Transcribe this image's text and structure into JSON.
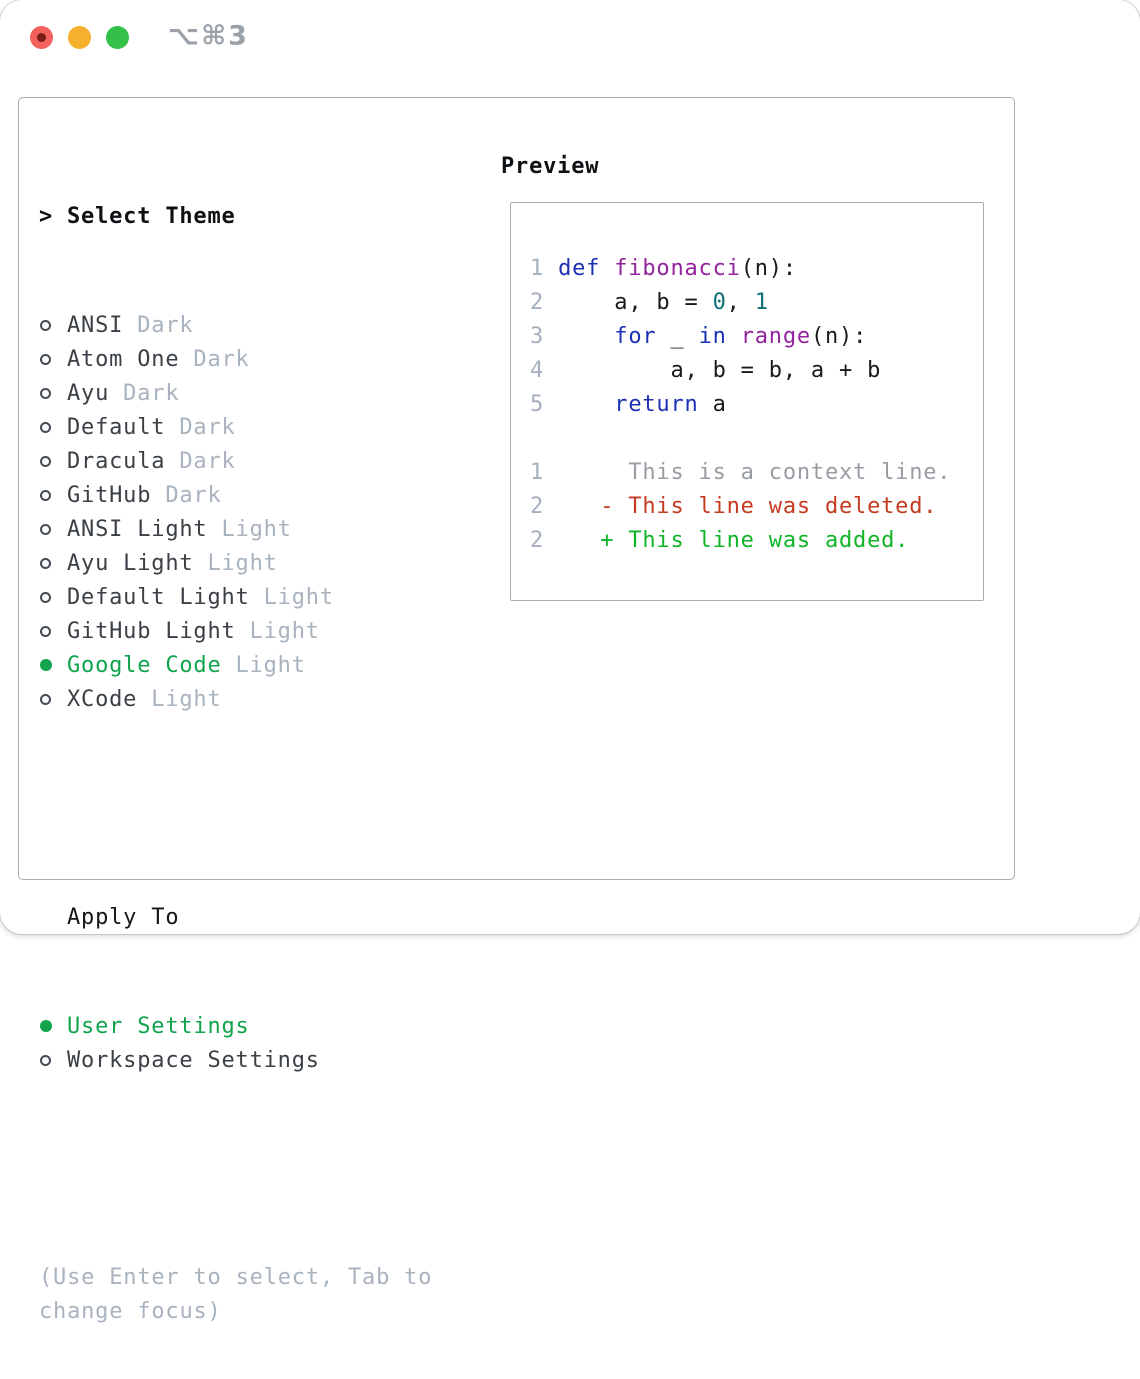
{
  "window": {
    "title": "⌥⌘3",
    "traffic_lights": [
      "close",
      "minimize",
      "zoom"
    ]
  },
  "theme_panel": {
    "prompt": ">",
    "header": "Select Theme",
    "items": [
      {
        "label": "ANSI",
        "variant": "Dark",
        "selected": false
      },
      {
        "label": "Atom One",
        "variant": "Dark",
        "selected": false
      },
      {
        "label": "Ayu",
        "variant": "Dark",
        "selected": false
      },
      {
        "label": "Default",
        "variant": "Dark",
        "selected": false
      },
      {
        "label": "Dracula",
        "variant": "Dark",
        "selected": false
      },
      {
        "label": "GitHub",
        "variant": "Dark",
        "selected": false
      },
      {
        "label": "ANSI Light",
        "variant": "Light",
        "selected": false
      },
      {
        "label": "Ayu Light",
        "variant": "Light",
        "selected": false
      },
      {
        "label": "Default Light",
        "variant": "Light",
        "selected": false
      },
      {
        "label": "GitHub Light",
        "variant": "Light",
        "selected": false
      },
      {
        "label": "Google Code",
        "variant": "Light",
        "selected": true
      },
      {
        "label": "XCode",
        "variant": "Light",
        "selected": false
      }
    ]
  },
  "apply_panel": {
    "header": "Apply To",
    "options": [
      {
        "label": "User Settings",
        "selected": true
      },
      {
        "label": "Workspace Settings",
        "selected": false
      }
    ]
  },
  "hint": "(Use Enter to select, Tab to change focus)",
  "preview": {
    "header": "Preview",
    "lines": [
      {
        "num": "1",
        "tokens": [
          [
            " ",
            "pln"
          ],
          [
            "def",
            "kwd"
          ],
          [
            " ",
            "pln"
          ],
          [
            "fibonacci",
            "typ"
          ],
          [
            "(n):",
            "pln"
          ]
        ]
      },
      {
        "num": "2",
        "tokens": [
          [
            "     a, b = ",
            "pln"
          ],
          [
            "0",
            "lit"
          ],
          [
            ", ",
            "pln"
          ],
          [
            "1",
            "lit"
          ]
        ]
      },
      {
        "num": "3",
        "tokens": [
          [
            "     ",
            "pln"
          ],
          [
            "for",
            "kwd"
          ],
          [
            " _ ",
            "pln"
          ],
          [
            "in",
            "kwd"
          ],
          [
            " ",
            "pln"
          ],
          [
            "range",
            "typ"
          ],
          [
            "(n):",
            "pln"
          ]
        ]
      },
      {
        "num": "4",
        "tokens": [
          [
            "         a, b = b, a + b",
            "pln"
          ]
        ]
      },
      {
        "num": "5",
        "tokens": [
          [
            "     ",
            "pln"
          ],
          [
            "return",
            "kwd"
          ],
          [
            " a",
            "pln"
          ]
        ]
      },
      {
        "num": "",
        "tokens": []
      },
      {
        "num": "1",
        "tokens": [
          [
            "      This is a context line.",
            "ctx"
          ]
        ]
      },
      {
        "num": "2",
        "tokens": [
          [
            "    - This line was deleted.",
            "del"
          ]
        ]
      },
      {
        "num": "2",
        "tokens": [
          [
            "    + This line was added.",
            "add"
          ]
        ]
      }
    ]
  },
  "colors": {
    "accent_green": "#11a44c",
    "added_green": "#12b427",
    "deleted_red": "#c43b20",
    "keyword_blue": "#1d31b4",
    "type_purple": "#92249e",
    "literal_teal": "#0c6f72",
    "code_plain": "#17191c",
    "muted_gray": "#a9b2bf",
    "line_number_gray": "#a4afbf",
    "context_gray": "#989da4",
    "item_text": "#3a4046",
    "heading_text": "#0e1114",
    "border_gray": "#a6aeb8",
    "title_gray": "#9aa1a9",
    "traffic_red": "#f2615c",
    "traffic_red_dot": "#7a1d17",
    "traffic_yellow": "#f5b02e",
    "traffic_green": "#33c048"
  }
}
